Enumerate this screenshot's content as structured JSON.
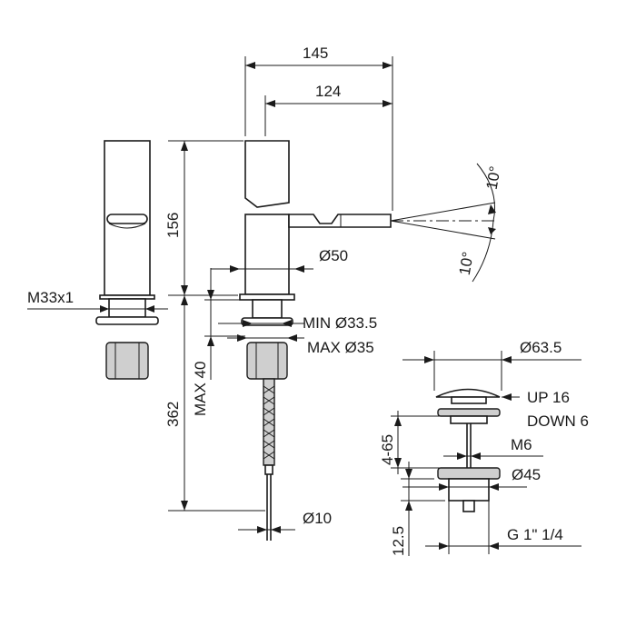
{
  "dimensions": {
    "d145": "145",
    "d124": "124",
    "d156": "156",
    "d362": "362",
    "d50": "Ø50",
    "d10": "Ø10",
    "thread": "M33x1",
    "min_hole": "MIN Ø33.5",
    "max_hole": "MAX Ø35",
    "max_thickness": "MAX 40",
    "angle_up": "10°",
    "angle_down": "10°"
  },
  "waste": {
    "cap_diameter": "Ø63.5",
    "up": "UP 16",
    "down": "DOWN 6",
    "range": "4-65",
    "rod": "M6",
    "body_diameter": "Ø45",
    "height": "12.5",
    "thread": "G 1\" 1/4"
  }
}
